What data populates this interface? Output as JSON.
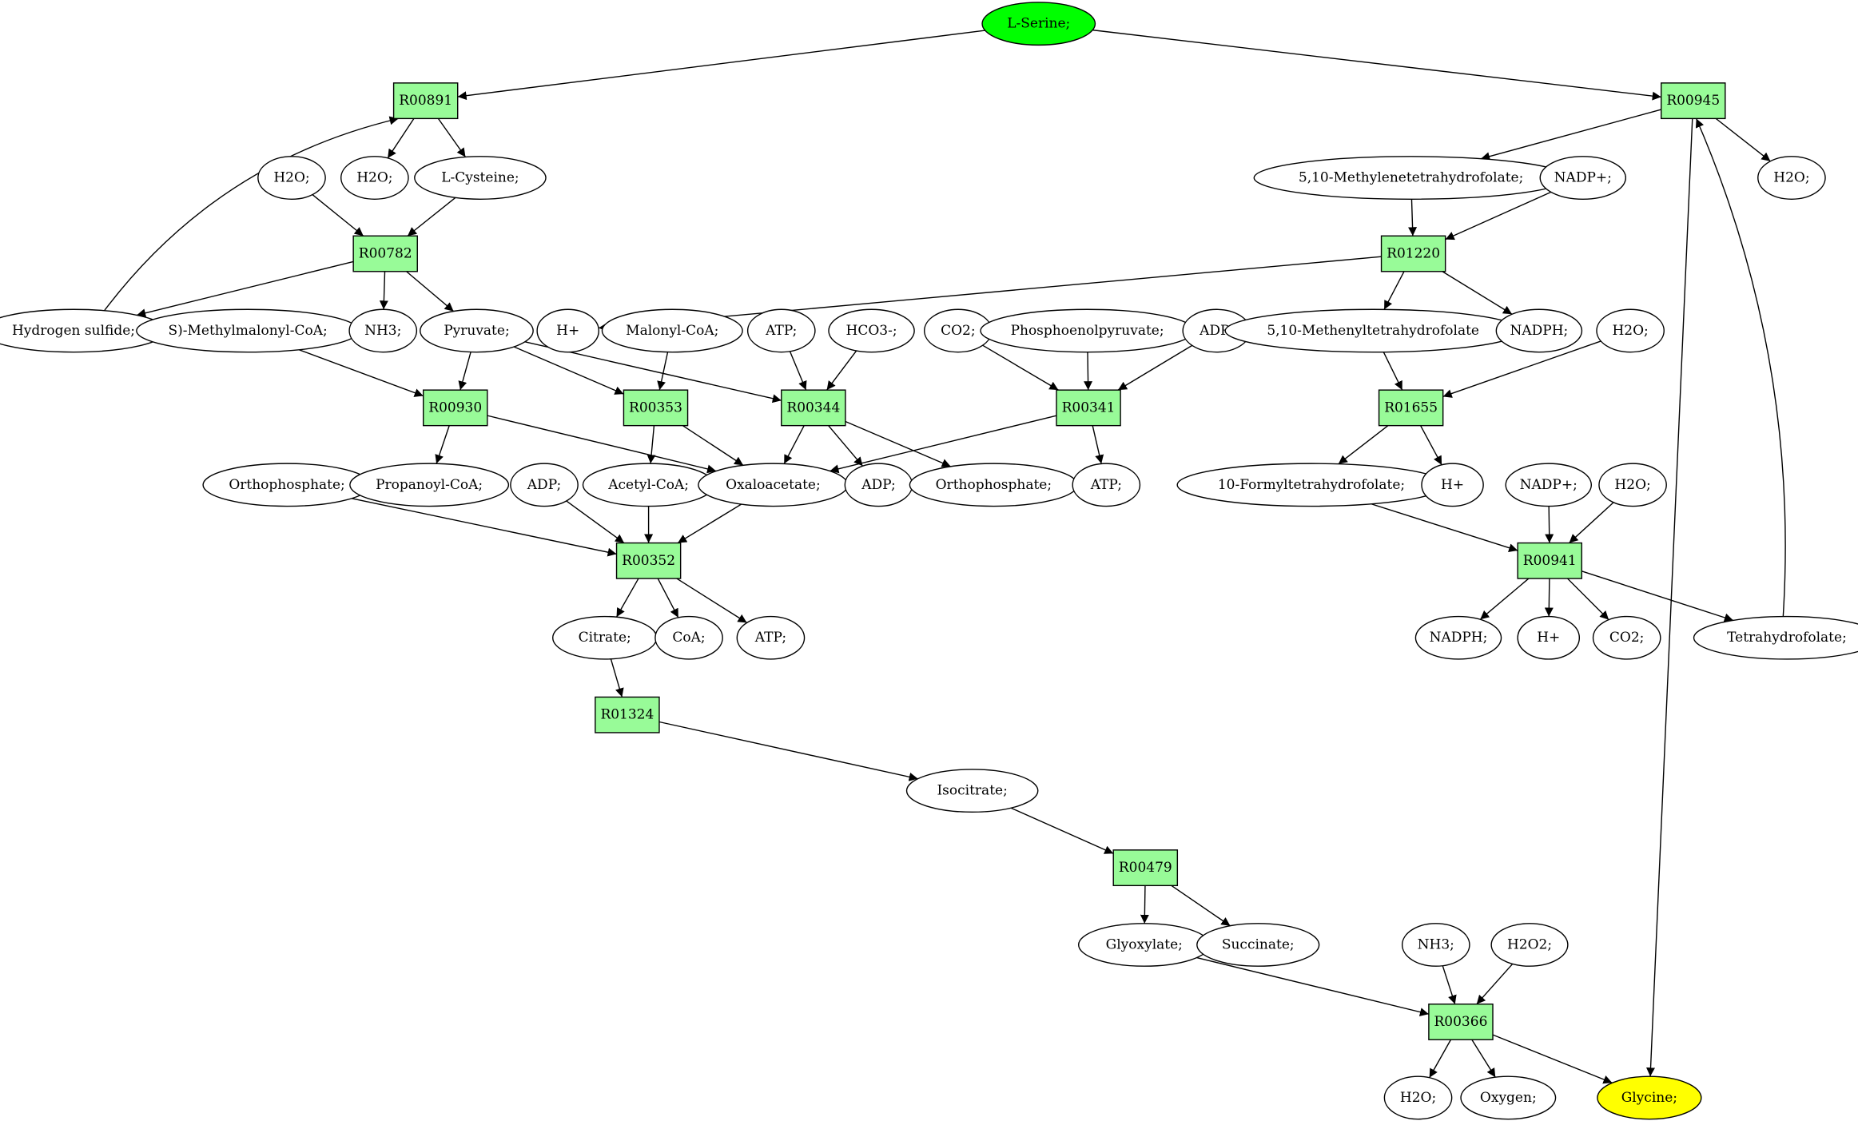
{
  "diagram": {
    "colors": {
      "reaction": "#98fb98",
      "metabolite": "#ffffff",
      "source": "#00ff00",
      "target": "#ffff00",
      "stroke": "#000000"
    },
    "nodes": [
      {
        "id": "l_serine",
        "label": "L-Serine;",
        "kind": "source"
      },
      {
        "id": "r00891",
        "label": "R00891",
        "kind": "reaction"
      },
      {
        "id": "r00945",
        "label": "R00945",
        "kind": "reaction"
      },
      {
        "id": "h2o_a",
        "label": "H2O;",
        "kind": "metabolite"
      },
      {
        "id": "h2o_b",
        "label": "H2O;",
        "kind": "metabolite"
      },
      {
        "id": "l_cysteine",
        "label": "L-Cysteine;",
        "kind": "metabolite"
      },
      {
        "id": "methylenethf",
        "label": "5,10-Methylenetetrahydrofolate;",
        "kind": "metabolite"
      },
      {
        "id": "nadp_a",
        "label": "NADP+;",
        "kind": "metabolite"
      },
      {
        "id": "h2o_c",
        "label": "H2O;",
        "kind": "metabolite"
      },
      {
        "id": "r00782",
        "label": "R00782",
        "kind": "reaction"
      },
      {
        "id": "r01220",
        "label": "R01220",
        "kind": "reaction"
      },
      {
        "id": "h2s",
        "label": "Hydrogen sulfide;",
        "kind": "metabolite"
      },
      {
        "id": "methylmalonyl",
        "label": "S)-Methylmalonyl-CoA;",
        "kind": "metabolite"
      },
      {
        "id": "nh3_a",
        "label": "NH3;",
        "kind": "metabolite"
      },
      {
        "id": "pyruvate",
        "label": "Pyruvate;",
        "kind": "metabolite"
      },
      {
        "id": "hplus_a",
        "label": "H+",
        "kind": "metabolite"
      },
      {
        "id": "malonyl",
        "label": "Malonyl-CoA;",
        "kind": "metabolite"
      },
      {
        "id": "atp_a",
        "label": "ATP;",
        "kind": "metabolite"
      },
      {
        "id": "hco3",
        "label": "HCO3-;",
        "kind": "metabolite"
      },
      {
        "id": "co2_a",
        "label": "CO2;",
        "kind": "metabolite"
      },
      {
        "id": "pep",
        "label": "Phosphoenolpyruvate;",
        "kind": "metabolite"
      },
      {
        "id": "adp_a",
        "label": "ADP;",
        "kind": "metabolite"
      },
      {
        "id": "methenylthf",
        "label": "5,10-Methenyltetrahydrofolate",
        "kind": "metabolite"
      },
      {
        "id": "nadph_a",
        "label": "NADPH;",
        "kind": "metabolite"
      },
      {
        "id": "h2o_d",
        "label": "H2O;",
        "kind": "metabolite"
      },
      {
        "id": "r00930",
        "label": "R00930",
        "kind": "reaction"
      },
      {
        "id": "r00353",
        "label": "R00353",
        "kind": "reaction"
      },
      {
        "id": "r00344",
        "label": "R00344",
        "kind": "reaction"
      },
      {
        "id": "r00341",
        "label": "R00341",
        "kind": "reaction"
      },
      {
        "id": "r01655",
        "label": "R01655",
        "kind": "reaction"
      },
      {
        "id": "orthophos_a",
        "label": "Orthophosphate;",
        "kind": "metabolite"
      },
      {
        "id": "propanoyl",
        "label": "Propanoyl-CoA;",
        "kind": "metabolite"
      },
      {
        "id": "adp_b",
        "label": "ADP;",
        "kind": "metabolite"
      },
      {
        "id": "acetylcoa",
        "label": "Acetyl-CoA;",
        "kind": "metabolite"
      },
      {
        "id": "oxaloacetate",
        "label": "Oxaloacetate;",
        "kind": "metabolite"
      },
      {
        "id": "adp_c",
        "label": "ADP;",
        "kind": "metabolite"
      },
      {
        "id": "orthophos_b",
        "label": "Orthophosphate;",
        "kind": "metabolite"
      },
      {
        "id": "atp_b",
        "label": "ATP;",
        "kind": "metabolite"
      },
      {
        "id": "formylthf",
        "label": "10-Formyltetrahydrofolate;",
        "kind": "metabolite"
      },
      {
        "id": "hplus_b",
        "label": "H+",
        "kind": "metabolite"
      },
      {
        "id": "nadp_b",
        "label": "NADP+;",
        "kind": "metabolite"
      },
      {
        "id": "h2o_e",
        "label": "H2O;",
        "kind": "metabolite"
      },
      {
        "id": "r00352",
        "label": "R00352",
        "kind": "reaction"
      },
      {
        "id": "r00941",
        "label": "R00941",
        "kind": "reaction"
      },
      {
        "id": "citrate",
        "label": "Citrate;",
        "kind": "metabolite"
      },
      {
        "id": "coa",
        "label": "CoA;",
        "kind": "metabolite"
      },
      {
        "id": "atp_c",
        "label": "ATP;",
        "kind": "metabolite"
      },
      {
        "id": "nadph_b",
        "label": "NADPH;",
        "kind": "metabolite"
      },
      {
        "id": "hplus_c",
        "label": "H+",
        "kind": "metabolite"
      },
      {
        "id": "co2_b",
        "label": "CO2;",
        "kind": "metabolite"
      },
      {
        "id": "thf",
        "label": "Tetrahydrofolate;",
        "kind": "metabolite"
      },
      {
        "id": "r01324",
        "label": "R01324",
        "kind": "reaction"
      },
      {
        "id": "isocitrate",
        "label": "Isocitrate;",
        "kind": "metabolite"
      },
      {
        "id": "r00479",
        "label": "R00479",
        "kind": "reaction"
      },
      {
        "id": "glyoxylate",
        "label": "Glyoxylate;",
        "kind": "metabolite"
      },
      {
        "id": "succinate",
        "label": "Succinate;",
        "kind": "metabolite"
      },
      {
        "id": "nh3_b",
        "label": "NH3;",
        "kind": "metabolite"
      },
      {
        "id": "h2o2",
        "label": "H2O2;",
        "kind": "metabolite"
      },
      {
        "id": "r00366",
        "label": "R00366",
        "kind": "reaction"
      },
      {
        "id": "h2o_f",
        "label": "H2O;",
        "kind": "metabolite"
      },
      {
        "id": "oxygen",
        "label": "Oxygen;",
        "kind": "metabolite"
      },
      {
        "id": "glycine",
        "label": "Glycine;",
        "kind": "target"
      }
    ],
    "edges": [
      [
        "l_serine",
        "r00891"
      ],
      [
        "l_serine",
        "r00945"
      ],
      [
        "r00891",
        "h2o_b"
      ],
      [
        "r00891",
        "l_cysteine"
      ],
      [
        "h2o_a",
        "r00782"
      ],
      [
        "l_cysteine",
        "r00782"
      ],
      [
        "r00782",
        "h2s"
      ],
      [
        "r00782",
        "nh3_a"
      ],
      [
        "r00782",
        "pyruvate"
      ],
      [
        "h2s",
        "r00891"
      ],
      [
        "r00945",
        "methylenethf"
      ],
      [
        "r00945",
        "h2o_c"
      ],
      [
        "r00945",
        "glycine"
      ],
      [
        "methylenethf",
        "r01220"
      ],
      [
        "nadp_a",
        "r01220"
      ],
      [
        "r01220",
        "hplus_a"
      ],
      [
        "r01220",
        "methenylthf"
      ],
      [
        "r01220",
        "nadph_a"
      ],
      [
        "methenylthf",
        "r01655"
      ],
      [
        "h2o_d",
        "r01655"
      ],
      [
        "r01655",
        "formylthf"
      ],
      [
        "r01655",
        "hplus_b"
      ],
      [
        "formylthf",
        "r00941"
      ],
      [
        "nadp_b",
        "r00941"
      ],
      [
        "h2o_e",
        "r00941"
      ],
      [
        "r00941",
        "nadph_b"
      ],
      [
        "r00941",
        "hplus_c"
      ],
      [
        "r00941",
        "co2_b"
      ],
      [
        "r00941",
        "thf"
      ],
      [
        "thf",
        "r00945"
      ],
      [
        "methylmalonyl",
        "r00930"
      ],
      [
        "pyruvate",
        "r00930"
      ],
      [
        "r00930",
        "propanoyl"
      ],
      [
        "r00930",
        "oxaloacetate"
      ],
      [
        "pyruvate",
        "r00353"
      ],
      [
        "malonyl",
        "r00353"
      ],
      [
        "r00353",
        "acetylcoa"
      ],
      [
        "r00353",
        "oxaloacetate"
      ],
      [
        "pyruvate",
        "r00344"
      ],
      [
        "atp_a",
        "r00344"
      ],
      [
        "hco3",
        "r00344"
      ],
      [
        "r00344",
        "oxaloacetate"
      ],
      [
        "r00344",
        "adp_c"
      ],
      [
        "r00344",
        "orthophos_b"
      ],
      [
        "co2_a",
        "r00341"
      ],
      [
        "pep",
        "r00341"
      ],
      [
        "adp_a",
        "r00341"
      ],
      [
        "r00341",
        "oxaloacetate"
      ],
      [
        "r00341",
        "atp_b"
      ],
      [
        "orthophos_a",
        "r00352"
      ],
      [
        "adp_b",
        "r00352"
      ],
      [
        "acetylcoa",
        "r00352"
      ],
      [
        "oxaloacetate",
        "r00352"
      ],
      [
        "r00352",
        "citrate"
      ],
      [
        "r00352",
        "coa"
      ],
      [
        "r00352",
        "atp_c"
      ],
      [
        "citrate",
        "r01324"
      ],
      [
        "r01324",
        "isocitrate"
      ],
      [
        "isocitrate",
        "r00479"
      ],
      [
        "r00479",
        "glyoxylate"
      ],
      [
        "r00479",
        "succinate"
      ],
      [
        "glyoxylate",
        "r00366"
      ],
      [
        "nh3_b",
        "r00366"
      ],
      [
        "h2o2",
        "r00366"
      ],
      [
        "r00366",
        "h2o_f"
      ],
      [
        "r00366",
        "oxygen"
      ],
      [
        "r00366",
        "glycine"
      ]
    ]
  }
}
